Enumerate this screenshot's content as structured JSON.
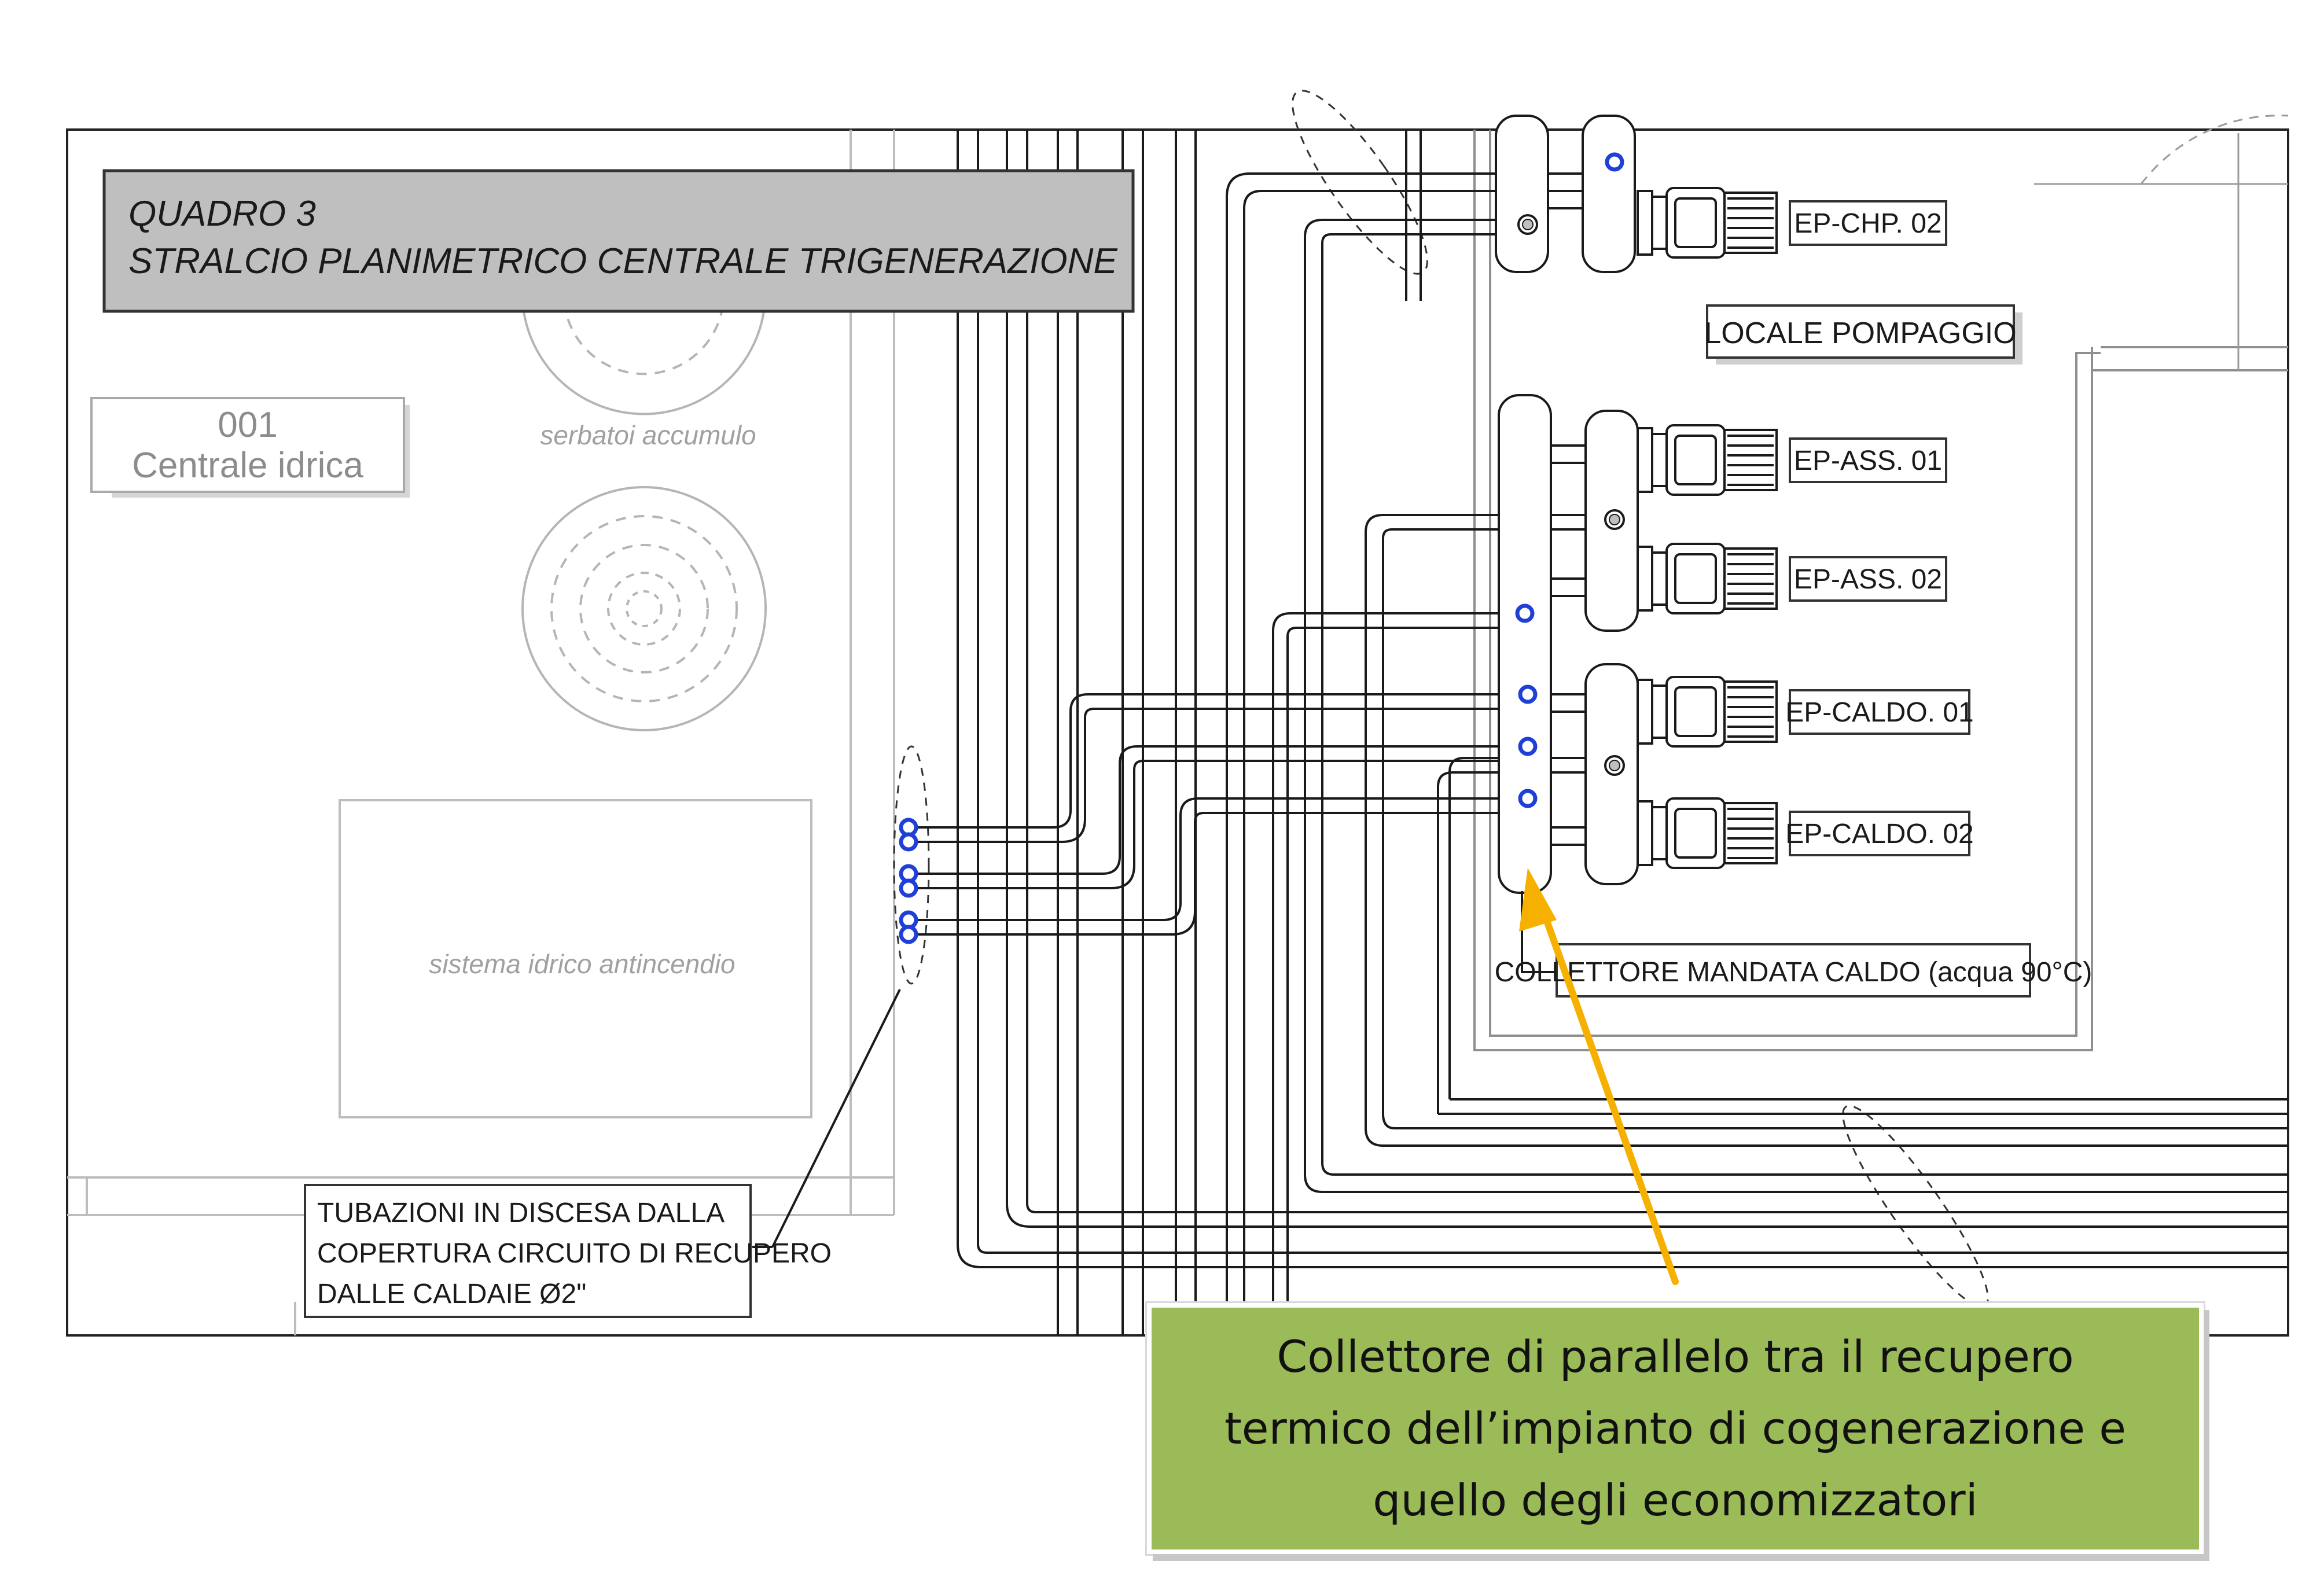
{
  "title": {
    "line1": "QUADRO 3",
    "line2": "STRALCIO PLANIMETRICO CENTRALE TRIGENERAZIONE"
  },
  "room_label": {
    "number": "001",
    "name": "Centrale idrica"
  },
  "annotations": {
    "tanks": "serbatoi accumulo",
    "fire_system": "sistema idrico antincendio",
    "pump_room": "LOCALE POMPAGGIO"
  },
  "pumps": [
    {
      "label": "EP-CHP. 02"
    },
    {
      "label": "EP-ASS. 01"
    },
    {
      "label": "EP-ASS. 02"
    },
    {
      "label": "EP-CALDO. 01"
    },
    {
      "label": "EP-CALDO. 02"
    }
  ],
  "collector_label": "COLLETTORE MANDATA CALDO (acqua 90°C)",
  "pipes_note": {
    "line1": "TUBAZIONI IN DISCESA DALLA",
    "line2": "COPERTURA CIRCUITO DI RECUPERO",
    "line3": "DALLE CALDAIE Ø2\""
  },
  "callout": {
    "text": "Collettore di parallelo tra il recupero termico dell’impianto di cogenerazione e quello degli economizzatori",
    "background": "#9bbb59"
  },
  "arrow_color": "#f5b000",
  "drawing_line_color": "#1a1a1a",
  "pipe_end_color": "#1f3fd6"
}
